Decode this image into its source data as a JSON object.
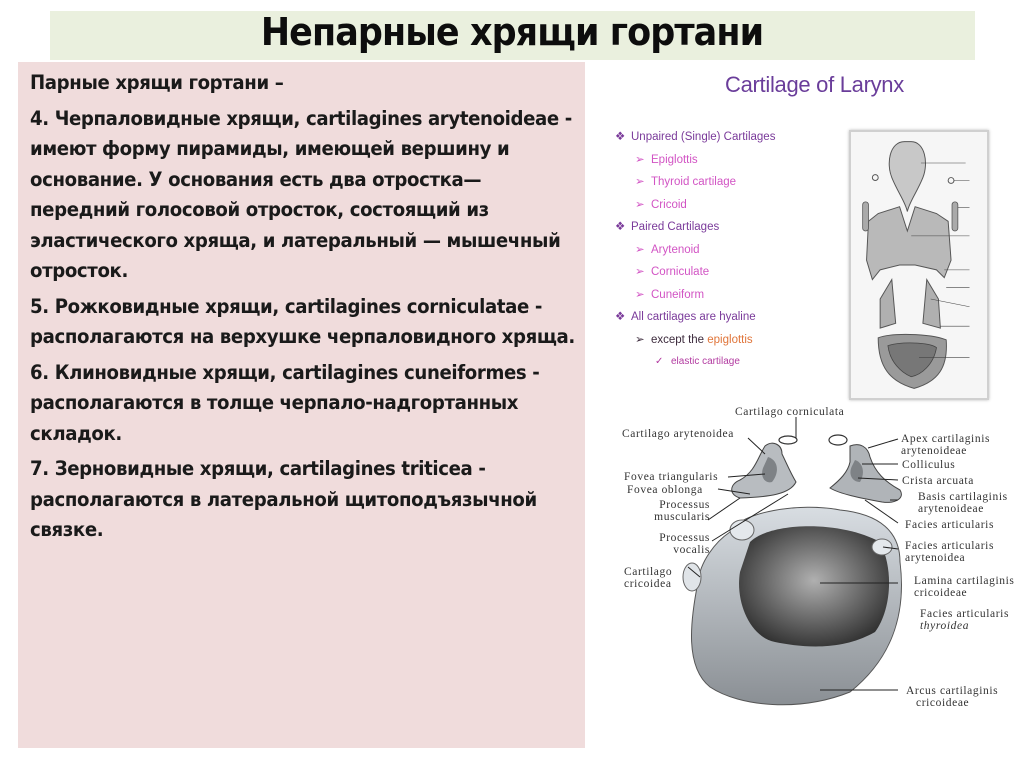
{
  "slide": {
    "title": "Непарные хрящи гортани",
    "colors": {
      "title_band": "#eaf0de",
      "text_box": "#f0dcdc",
      "figure_title": "#6a3d9a",
      "outline_level2": "#d254c4",
      "accent_epiglottis": "#e0753a"
    }
  },
  "text_box": {
    "paragraphs": [
      "Парные хрящи гортани –",
      "4. Черпаловидные хрящи, cartilagines arytenoideae - имеют форму пирамиды, имеющей вершину и основание. У основания есть два отростка— передний голосовой отросток, состоящий из эластического хряща, и латеральный — мышечный отросток.",
      "5. Рожковидные хрящи, cartilagines corniculatae - располагаются на верхушке черпаловидного хряща.",
      "6. Клиновидные хрящи, cartilagines cuneiformes - располагаются в толще черпало-надгортанных складок.",
      "7. Зерновидные хрящи, cartilagines triticea - располагаются в латеральной щитоподъязычной связке."
    ]
  },
  "figure_top": {
    "title": "Cartilage of Larynx",
    "outline": [
      {
        "level": 1,
        "bullet": "❖",
        "text": "Unpaired (Single) Cartilages"
      },
      {
        "level": 2,
        "bullet": "➢",
        "text": "Epiglottis"
      },
      {
        "level": 2,
        "bullet": "➢",
        "text": "Thyroid cartilage"
      },
      {
        "level": 2,
        "bullet": "➢",
        "text": "Cricoid"
      },
      {
        "level": 1,
        "bullet": "❖",
        "text": "Paired Cartilages"
      },
      {
        "level": 2,
        "bullet": "➢",
        "text": "Arytenoid"
      },
      {
        "level": 2,
        "bullet": "➢",
        "text": "Corniculate"
      },
      {
        "level": 2,
        "bullet": "➢",
        "text": "Cuneiform"
      },
      {
        "level": 1,
        "bullet": "❖",
        "text": "All cartilages are hyaline"
      },
      {
        "level": 2,
        "bullet": "➢",
        "text_prefix": "except the ",
        "text_accent": "epiglottis"
      },
      {
        "level": 3,
        "bullet": "✓",
        "text": "elastic cartilage"
      }
    ]
  },
  "figure_bottom": {
    "labels": {
      "corniculata": "Cartilago corniculata",
      "arytenoidea": "Cartilago arytenoidea",
      "fovea_triangularis": "Fovea triangularis",
      "fovea_oblonga": "Fovea oblonga",
      "processus_muscularis_1": "Processus",
      "processus_muscularis_2": "muscularis",
      "processus_vocalis_1": "Processus",
      "processus_vocalis_2": "vocalis",
      "cricoidea_1": "Cartilago",
      "cricoidea_2": "cricoidea",
      "apex_1": "Apex cartilaginis",
      "apex_2": "arytenoideae",
      "colliculus": "Colliculus",
      "crista": "Crista arcuata",
      "basis_1": "Basis cartilaginis",
      "basis_2": "arytenoideae",
      "facies_articularis": "Facies articularis",
      "facies_aryt_1": "Facies articularis",
      "facies_aryt_2": "arytenoidea",
      "lamina_1": "Lamina cartilaginis",
      "lamina_2": "cricoideae",
      "facies_thyr_1": "Facies articularis",
      "facies_thyr_2": "thyroidea",
      "arcus_1": "Arcus cartilaginis",
      "arcus_2": "cricoideae"
    }
  }
}
